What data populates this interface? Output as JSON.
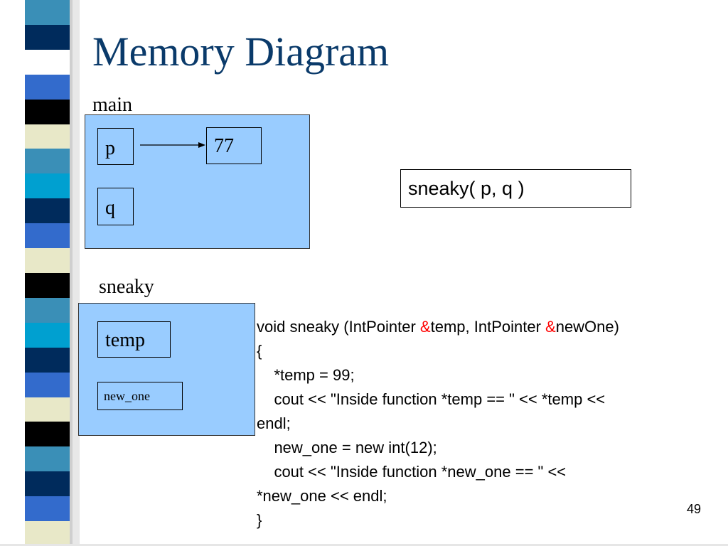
{
  "slide": {
    "title": "Memory Diagram",
    "page_number": "49"
  },
  "decor": {
    "stripe_colors": [
      "#3a8fb7",
      "#002b5c",
      "#ffffff",
      "#336bcc",
      "#000000",
      "#e8e8c8",
      "#3a8fb7",
      "#00a0d0",
      "#002b5c",
      "#336bcc",
      "#e8e8c8",
      "#000000",
      "#3a8fb7",
      "#00a0d0",
      "#002b5c",
      "#336bcc",
      "#e8e8c8",
      "#000000",
      "#3a8fb7",
      "#002b5c",
      "#336bcc",
      "#e8e8c8"
    ]
  },
  "main_frame": {
    "label": "main",
    "p_label": "p",
    "q_label": "q",
    "value": "77"
  },
  "sneaky_frame": {
    "label": "sneaky",
    "temp_label": "temp",
    "new_one_label": "new_one"
  },
  "call": {
    "text": "sneaky( p, q )"
  },
  "code": {
    "sig_before_amp1": "void sneaky (IntPointer ",
    "amp1": "&",
    "sig_between": "temp, IntPointer ",
    "amp2": "&",
    "sig_after_amp2": "newOne)",
    "lines": [
      "{",
      "    *temp = 99;",
      "    cout << \"Inside function *temp == \" << *temp <<",
      "endl;",
      "    new_one = new int(12);",
      "    cout << \"Inside function *new_one == \" <<",
      "*new_one << endl;",
      "}"
    ]
  }
}
